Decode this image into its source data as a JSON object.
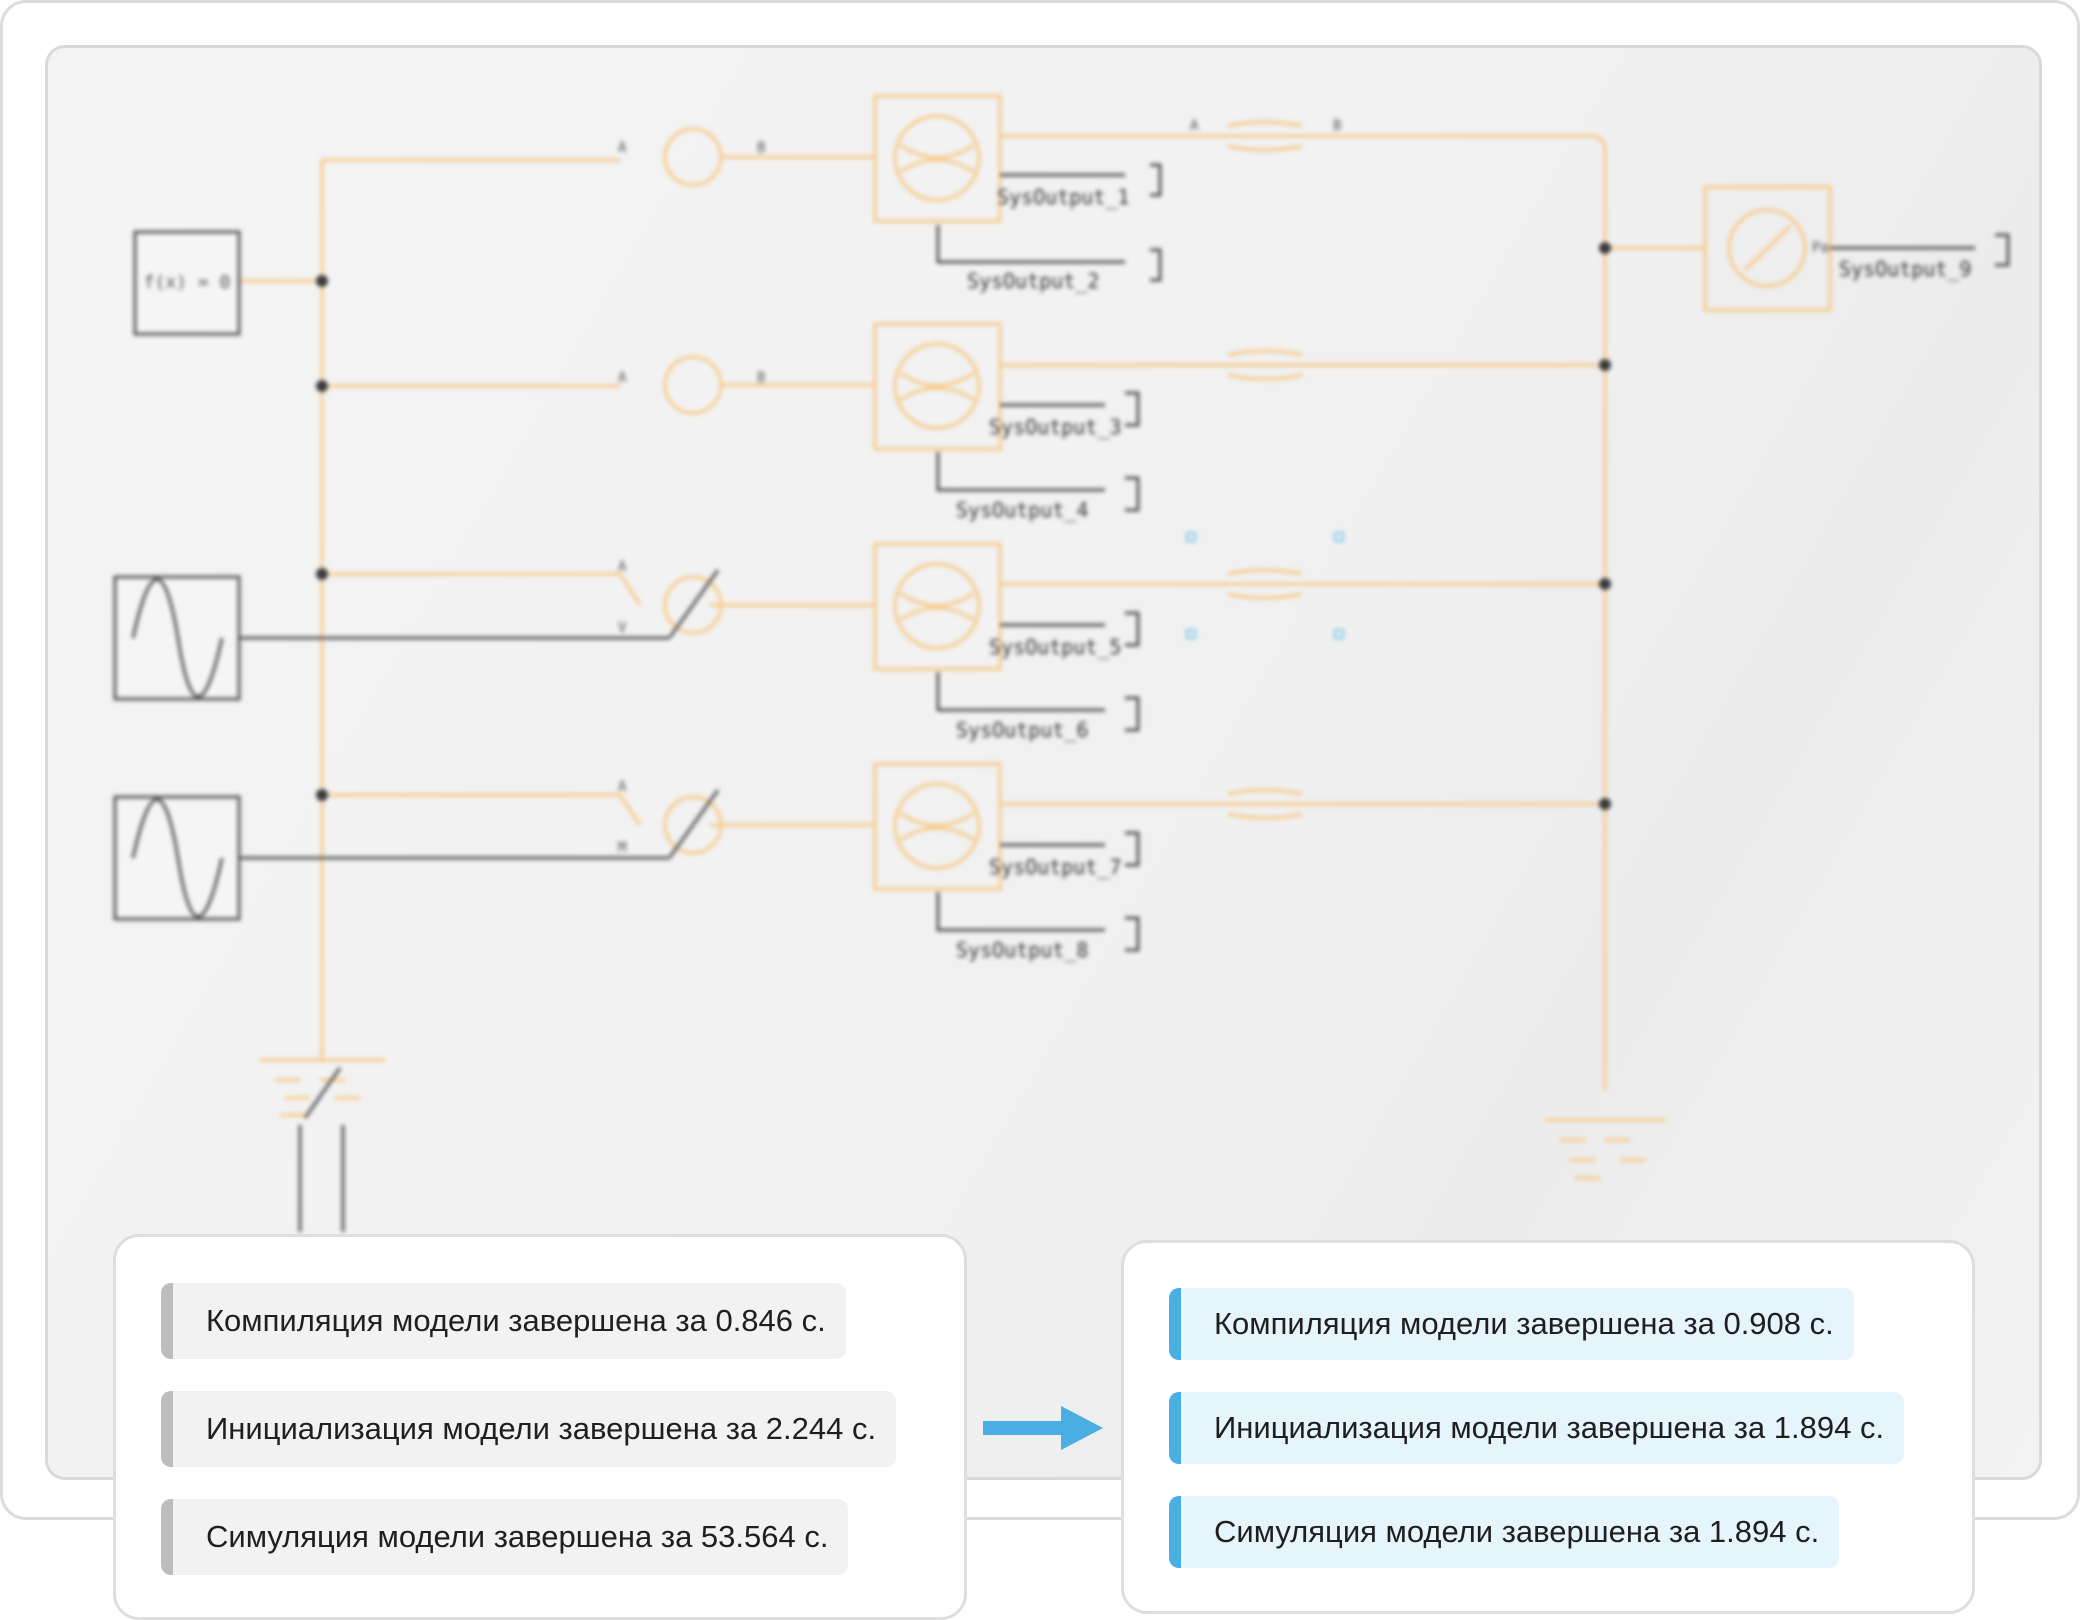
{
  "diagram": {
    "function_block_label": "f(x) = 0",
    "port_a": "A",
    "port_b": "B",
    "port_v": "V",
    "port_m": "M",
    "port_pa": "Pa",
    "outputs": [
      "SysOutput_1",
      "SysOutput_2",
      "SysOutput_3",
      "SysOutput_4",
      "SysOutput_5",
      "SysOutput_6",
      "SysOutput_7",
      "SysOutput_8",
      "SysOutput_9"
    ]
  },
  "before_log": [
    "Компиляция модели завершена за 0.846 с.",
    "Инициализация модели завершена за 2.244 с.",
    "Симуляция модели завершена за 53.564 с."
  ],
  "after_log": [
    "Компиляция модели завершена за 0.908 с.",
    "Инициализация модели завершена за 1.894 с.",
    "Симуляция модели завершена за 1.894 с."
  ],
  "colors": {
    "wire": "#f7c987",
    "signal": "#555555",
    "accent": "#4aaee4"
  },
  "icons": [
    "sine-source-icon",
    "flow-meter-icon",
    "pressure-gauge-icon",
    "pipe-icon",
    "ground-icon"
  ]
}
